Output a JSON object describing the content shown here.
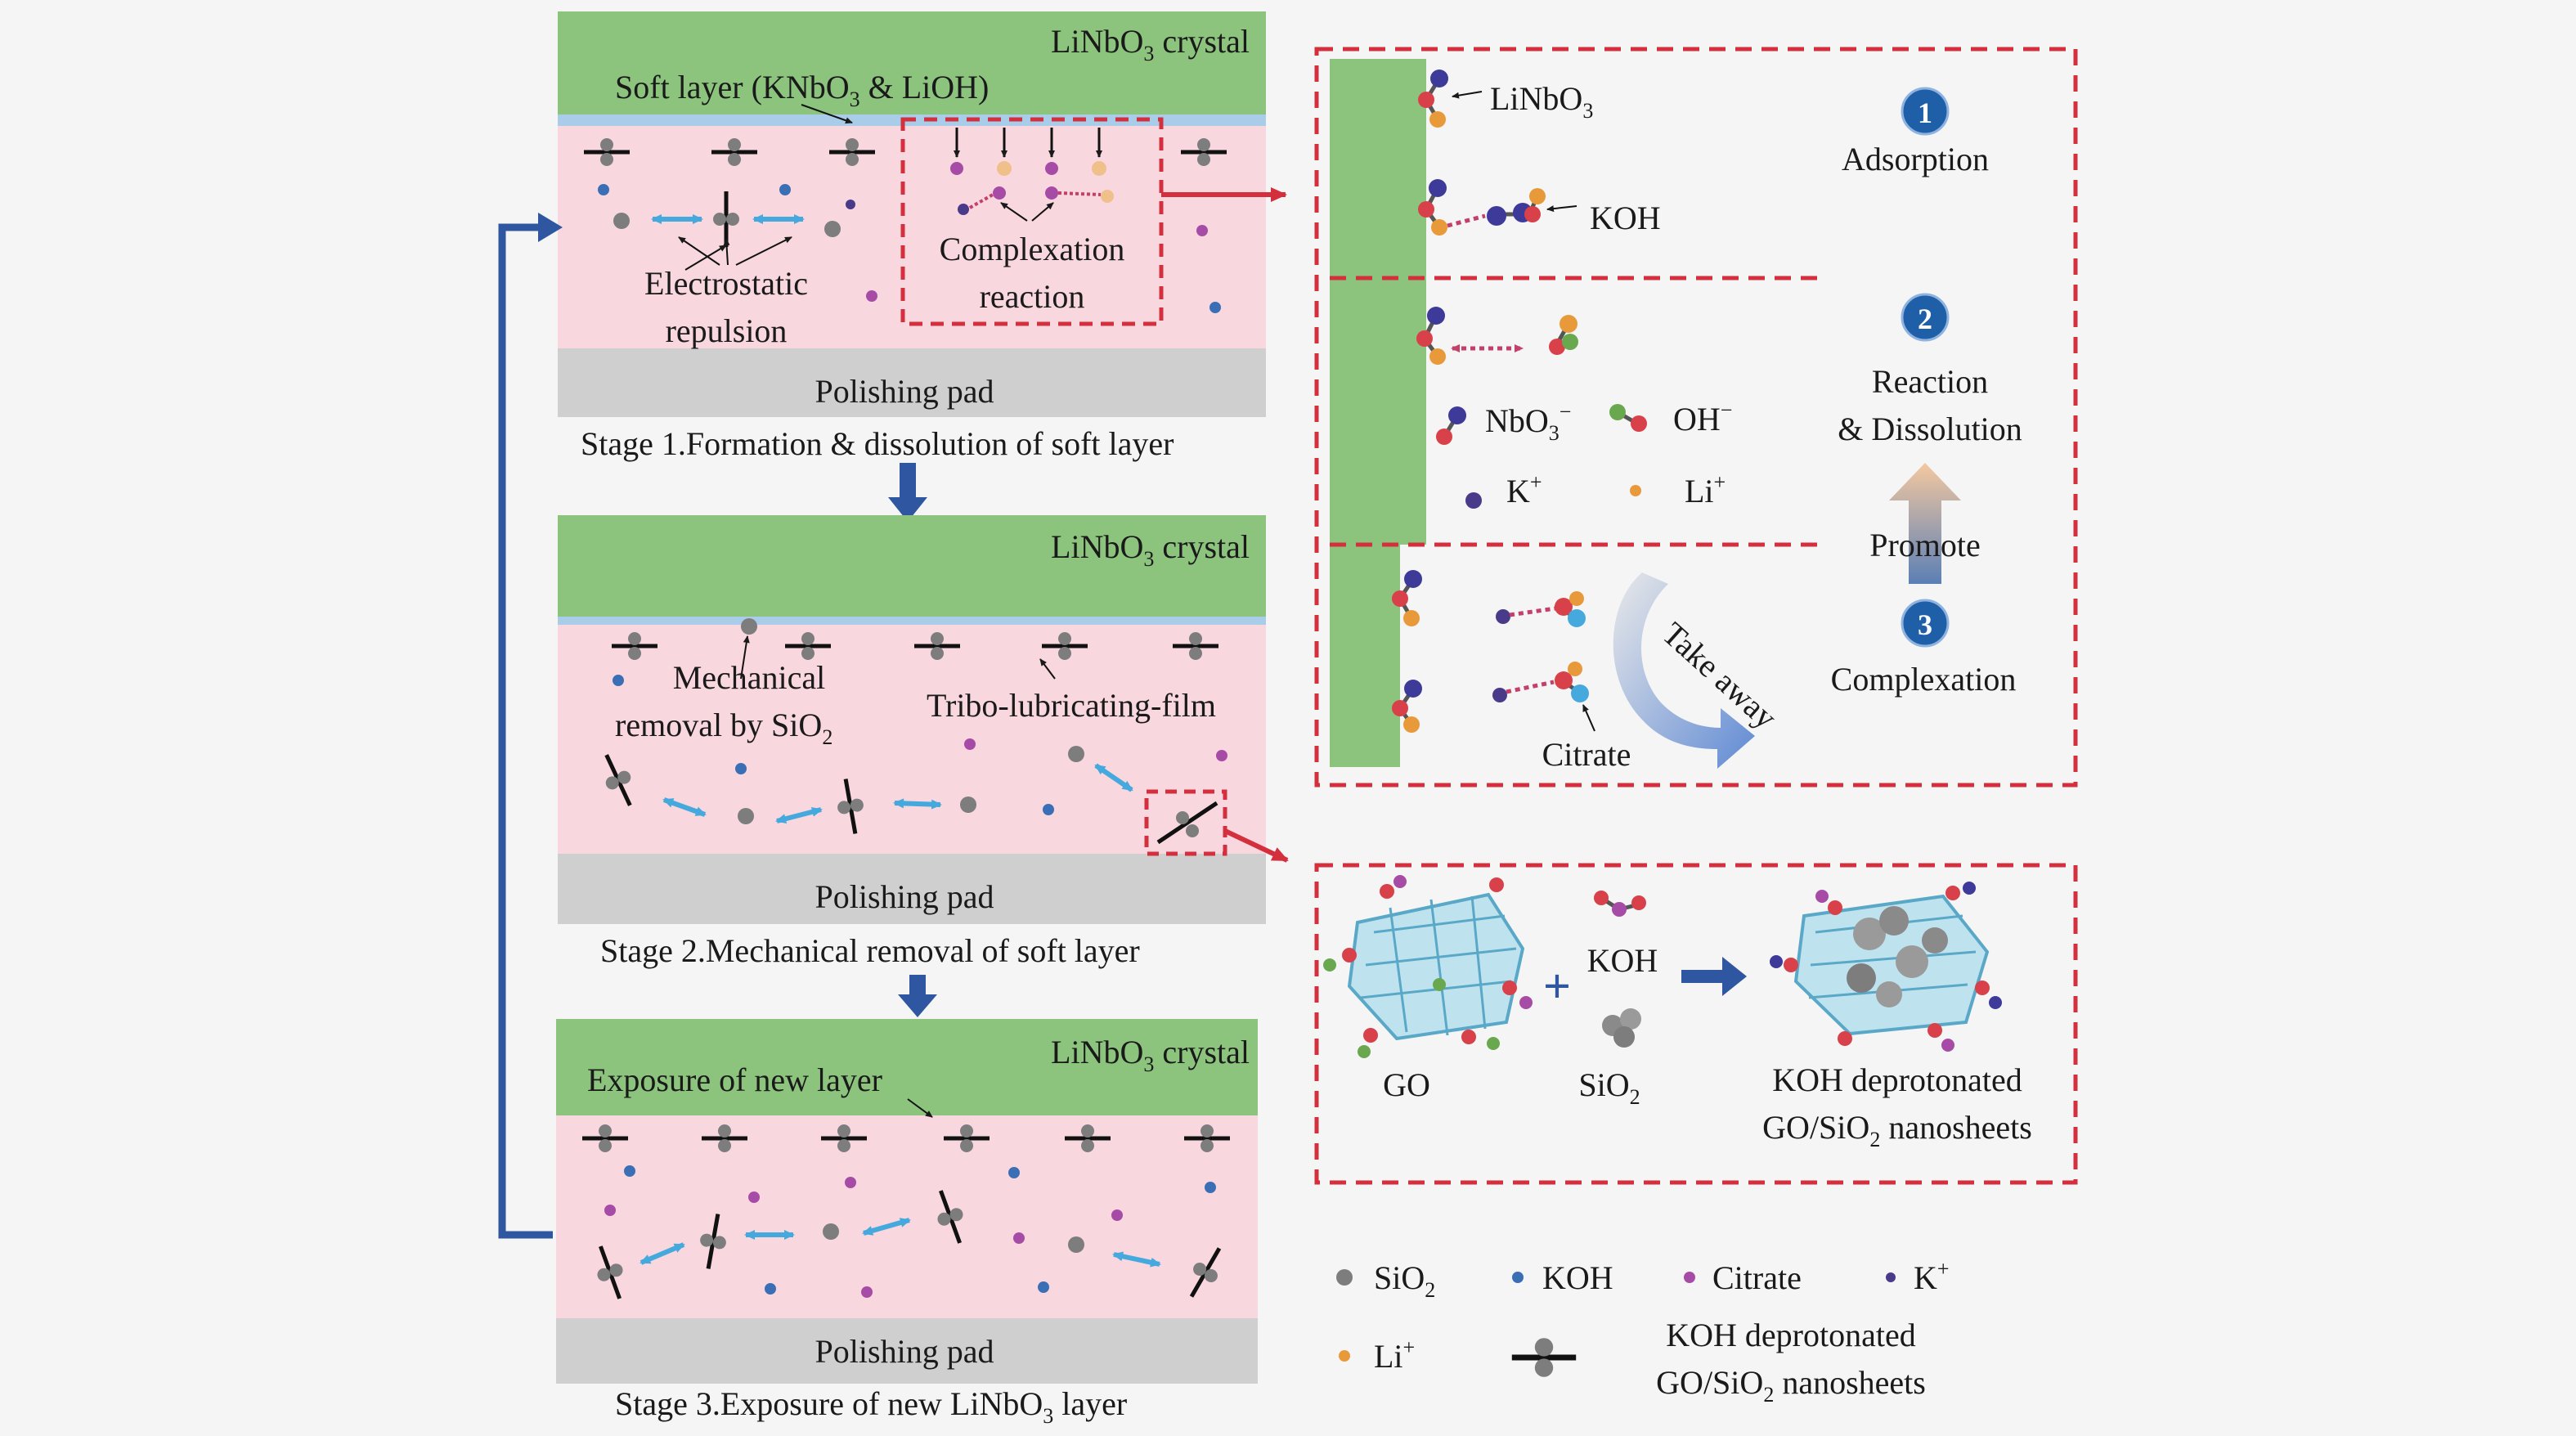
{
  "colors": {
    "crystal": "#8cc47e",
    "soft_layer": "#a9cde8",
    "slurry": "#f8d7df",
    "pad": "#cfcfcf",
    "dash_red": "#d32f3d",
    "flow_blue": "#2f56a0",
    "badge_blue": "#1f5fa8",
    "sio2": "#7d7d7d",
    "koh": "#3a6fb5",
    "citrate": "#a64ca6",
    "k_ion": "#4a3a8a",
    "li_ion": "#e89a3a",
    "repulsion": "#45a9dd"
  },
  "stage1": {
    "crystal_label": "LiNbO",
    "crystal_sub": "3",
    "crystal_tail": " crystal",
    "soft_layer_a": "Soft layer (KNbO",
    "soft_layer_sub": "3",
    "soft_layer_b": " & LiOH)",
    "repulsion_1": "Electrostatic",
    "repulsion_2": "repulsion",
    "complex_1": "Complexation",
    "complex_2": "reaction",
    "pad": "Polishing pad",
    "caption": "Stage 1.Formation & dissolution of soft layer"
  },
  "stage2": {
    "crystal_label": "LiNbO",
    "crystal_sub": "3",
    "crystal_tail": " crystal",
    "mech_1": "Mechanical",
    "mech_2a": "removal by SiO",
    "mech_2sub": "2",
    "tribo": "Tribo-lubricating-film",
    "pad": "Polishing pad",
    "caption": "Stage 2.Mechanical removal of soft layer"
  },
  "stage3": {
    "crystal_label": "LiNbO",
    "crystal_sub": "3",
    "crystal_tail": " crystal",
    "exposure": "Exposure of new layer",
    "pad": "Polishing pad",
    "caption_a": "Stage 3.Exposure of new LiNbO",
    "caption_sub": "3",
    "caption_b": " layer"
  },
  "mechanism": {
    "linbo3": "LiNbO",
    "linbo3_sub": "3",
    "koh": "KOH",
    "step1_num": "1",
    "step1": "Adsorption",
    "step2_num": "2",
    "step2_a": "Reaction",
    "step2_b": "& Dissolution",
    "nbo3": "NbO",
    "nbo3_sub": "3",
    "nbo3_sup": "−",
    "oh": "OH",
    "oh_sup": "−",
    "k": "K",
    "k_sup": "+",
    "li": "Li",
    "li_sup": "+",
    "promote": "Promote",
    "step3_num": "3",
    "step3": "Complexation",
    "take_away": "Take away",
    "citrate": "Citrate"
  },
  "nanosheet": {
    "go": "GO",
    "koh": "KOH",
    "sio2": "SiO",
    "sio2_sub": "2",
    "plus": "+",
    "result_1": "KOH deprotonated",
    "result_2a": "GO/SiO",
    "result_2sub": "2",
    "result_2b": " nanosheets"
  },
  "legend": {
    "sio2": "SiO",
    "sio2_sub": "2",
    "koh": "KOH",
    "citrate": "Citrate",
    "k": "K",
    "k_sup": "+",
    "li": "Li",
    "li_sup": "+",
    "sheet_1": "KOH deprotonated",
    "sheet_2a": "GO/SiO",
    "sheet_2sub": "2",
    "sheet_2b": " nanosheets"
  }
}
